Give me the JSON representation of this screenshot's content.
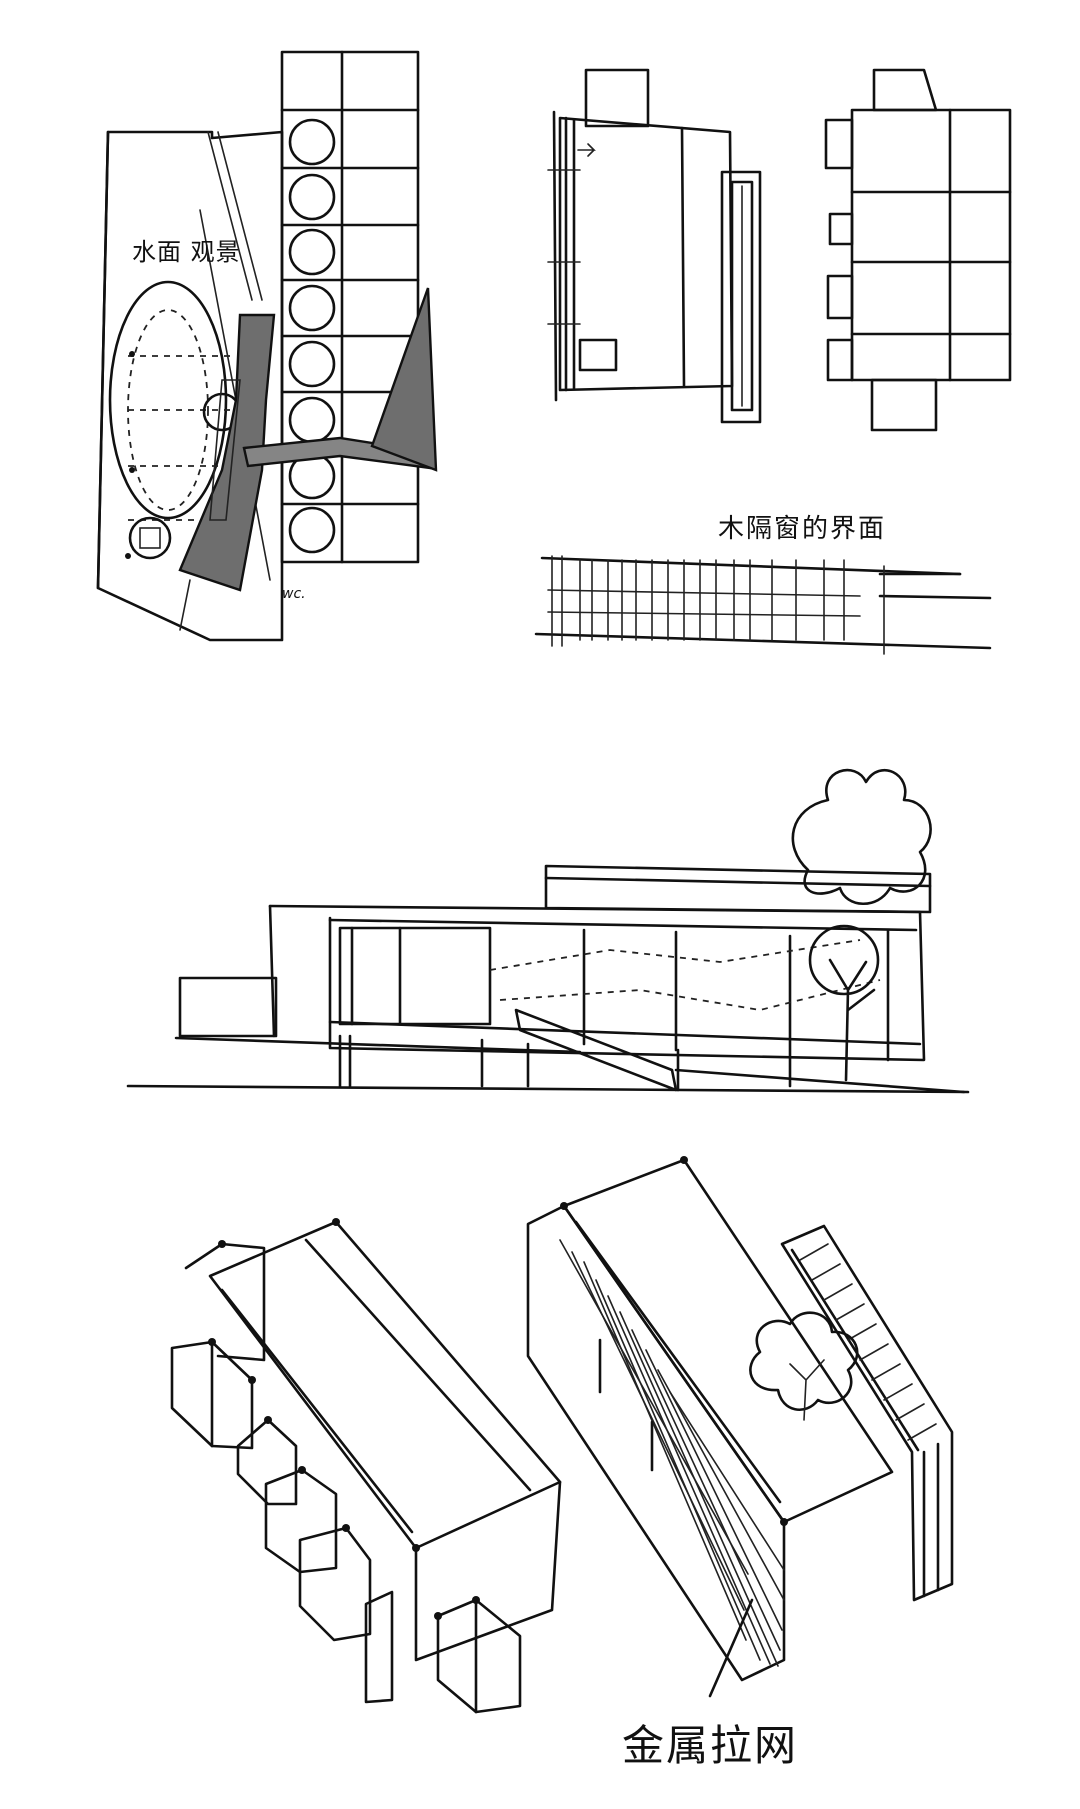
{
  "annotations": {
    "plan_note": "水面 观景",
    "facade_note": "木隔窗的界面",
    "mesh_note": "金属拉网",
    "wc_note": "wc."
  },
  "colors": {
    "ink": "#111111",
    "tone": "#6e6e6e",
    "paper": "#ffffff"
  },
  "sketches": [
    "site-plan",
    "floor-plan",
    "roof-plan",
    "facade-strip",
    "elevation",
    "axonometric-volumes",
    "axonometric-mesh"
  ]
}
